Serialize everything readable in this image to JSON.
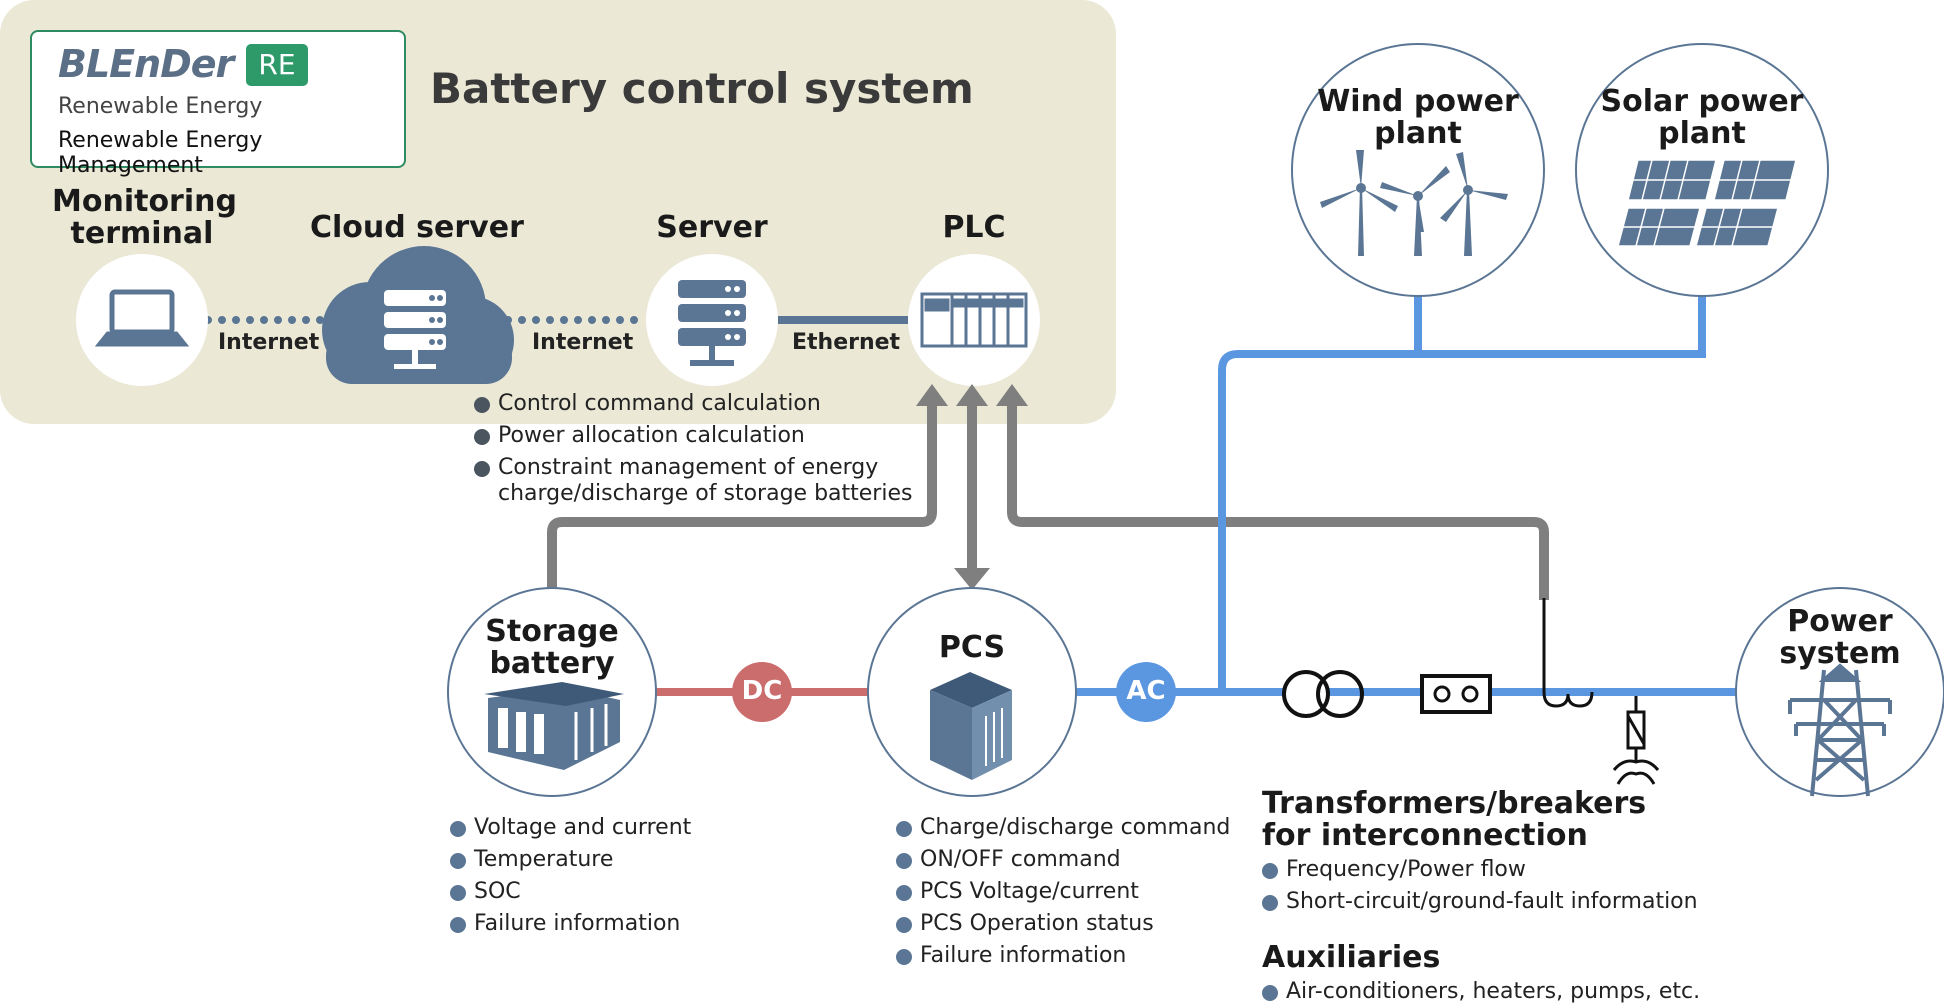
{
  "header": {
    "logo_text": "BLEnDer",
    "logo_badge": "RE",
    "logo_subtitle": "Renewable Energy",
    "logo_tagline": "Renewable Energy Management",
    "title": "Battery control system"
  },
  "nodes": {
    "monitoring_terminal": {
      "line1": "Monitoring",
      "line2": "terminal"
    },
    "cloud_server": {
      "label": "Cloud server"
    },
    "server": {
      "label": "Server"
    },
    "plc": {
      "label": "PLC"
    },
    "wind": {
      "line1": "Wind power",
      "line2": "plant"
    },
    "solar": {
      "line1": "Solar power",
      "line2": "plant"
    },
    "storage": {
      "line1": "Storage",
      "line2": "battery"
    },
    "pcs": {
      "label": "PCS"
    },
    "power_system": {
      "line1": "Power",
      "line2": "system"
    }
  },
  "connections": {
    "internet_1": "Internet",
    "internet_2": "Internet",
    "ethernet": "Ethernet",
    "dc": "DC",
    "ac": "AC"
  },
  "server_functions": [
    "Control command calculation",
    "Power allocation calculation",
    "Constraint management of energy",
    "charge/discharge of storage batteries"
  ],
  "storage_info": [
    "Voltage and current",
    "Temperature",
    "SOC",
    "Failure information"
  ],
  "pcs_info": [
    "Charge/discharge command",
    "ON/OFF command",
    "PCS Voltage/current",
    "PCS Operation status",
    "Failure information"
  ],
  "interconnection": {
    "heading_line1": "Transformers/breakers",
    "heading_line2": "for interconnection",
    "items": [
      "Frequency/Power flow",
      "Short-circuit/ground-fault information"
    ]
  },
  "auxiliaries": {
    "heading": "Auxiliaries",
    "items": [
      "Air-conditioners, heaters, pumps, etc."
    ]
  },
  "colors": {
    "panel_bg": "#ebe8d6",
    "icon_blue": "#5b7694",
    "ac_line": "#5b97e0",
    "dc_line": "#cc6d6d",
    "control_line": "#7f7f7f",
    "brand_green": "#2e9a6a"
  }
}
